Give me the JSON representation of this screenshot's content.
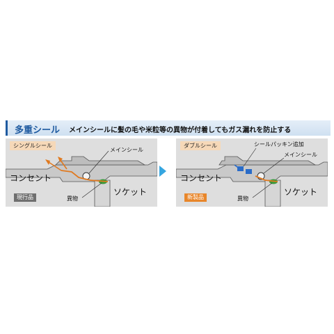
{
  "banner": {
    "title": "多重シール",
    "description": "メインシールに髪の毛や米粒等の異物が付着してもガス漏れを防止する"
  },
  "left_panel": {
    "tag": "シングルシール",
    "main_seal": "メインシール",
    "consent": "コンセント",
    "socket": "ソケット",
    "foreign": "異物",
    "badge": "現行品",
    "badge_color": "#6f6f6f",
    "leak_color": "#e07a20"
  },
  "right_panel": {
    "tag": "ダブルシール",
    "packing": "シールパッキン追加",
    "main_seal": "メインシール",
    "consent": "コンセント",
    "socket": "ソケット",
    "foreign": "異物",
    "badge": "新製品",
    "badge_color": "#e8862a",
    "packing_color": "#2a6cc8"
  },
  "arrow_color": "#36a6e0"
}
